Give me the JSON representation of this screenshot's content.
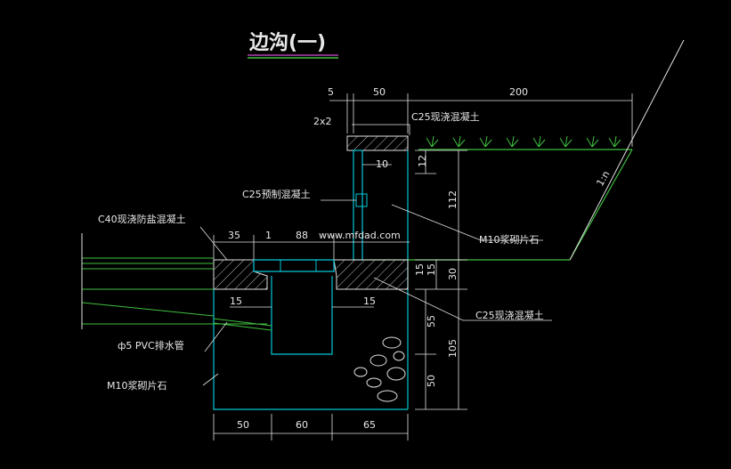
{
  "title": "边沟(一)",
  "watermark": "www.mfdad.com",
  "colors": {
    "background": "#000000",
    "white_line": "#e0e0e0",
    "cyan_line": "#00c8d8",
    "green_line": "#3fbf3f",
    "title_underline_1": "#b040b0",
    "title_underline_2": "#3fbf3f"
  },
  "dimensions": {
    "top_5": "5",
    "top_50": "50",
    "top_200": "200",
    "cap_2x2": "2x2",
    "gap_10": "10",
    "h_12": "12",
    "h_112": "112",
    "h_30": "30",
    "h_15a": "15",
    "h_15b": "15",
    "h_55": "55",
    "h_105": "105",
    "h_50": "50",
    "w_35": "35",
    "w_1": "1",
    "w_88": "88",
    "w_15_left": "15",
    "w_15_right": "15",
    "bottom_50": "50",
    "bottom_60": "60",
    "bottom_65": "65",
    "slope": "1:n"
  },
  "labels": {
    "c25_cast_top": "C25现浇混凝土",
    "c25_precast": "C25预制混凝土",
    "c40_cast": "C40现浇防盐混凝土",
    "m10_right": "M10浆砌片石",
    "c25_cast_bottom": "C25现浇混凝土",
    "pvc_pipe": "ф5 PVC排水管",
    "m10_left": "M10浆砌片石"
  }
}
